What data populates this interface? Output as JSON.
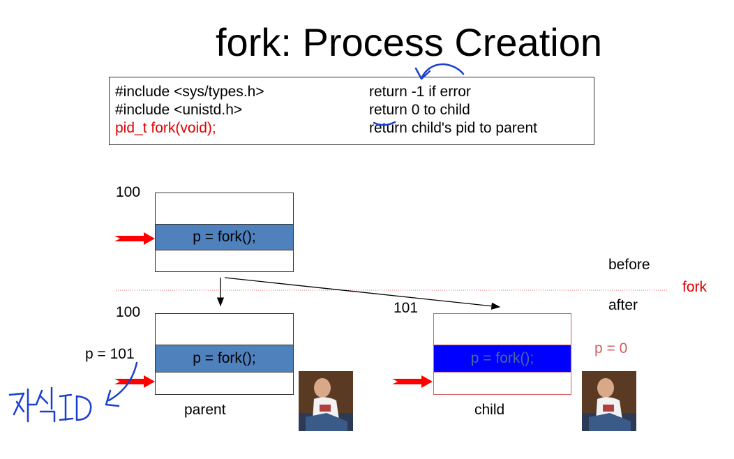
{
  "title": "fork: Process Creation",
  "code": {
    "left_lines": [
      "#include <sys/types.h>",
      "#include <unistd.h>",
      "pid_t fork(void);"
    ],
    "right_lines": [
      "return -1 if error",
      "return 0 to child",
      "return child's pid to parent"
    ]
  },
  "labels": {
    "parent_pid_top": "100",
    "parent_pid_bottom": "100",
    "child_pid": "101",
    "before": "before",
    "after": "after",
    "fork": "fork",
    "parent_p_value": "p = 101",
    "child_p_value": "p = 0",
    "parent": "parent",
    "child": "child",
    "stmt_before": "p = fork();",
    "stmt_parent": "p = fork();",
    "stmt_child": "p = fork();",
    "handwritten_note": "자식ID"
  },
  "colors": {
    "accent_red": "#e00000",
    "stripe_blue": "#4f81bd",
    "child_stripe_blue": "#0000ff",
    "ink_blue": "#1a3fd0"
  }
}
